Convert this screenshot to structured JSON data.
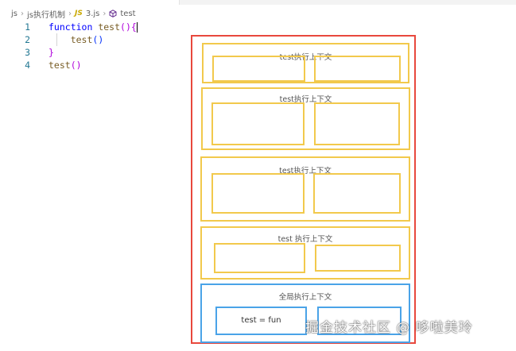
{
  "breadcrumb": {
    "items": [
      "js",
      "js执行机制",
      "3.js",
      "test"
    ],
    "js_badge": "JS"
  },
  "editor": {
    "lines": [
      {
        "num": "1",
        "keyword": "function ",
        "name": "test",
        "open": "()",
        "brace": "{"
      },
      {
        "num": "2",
        "indent": "    ",
        "call": "test",
        "parens": "()"
      },
      {
        "num": "3",
        "brace": "}"
      },
      {
        "num": "4",
        "call": "test",
        "parens": "()"
      }
    ]
  },
  "diagram": {
    "contexts": [
      {
        "label": "test执行上下文"
      },
      {
        "label": "test执行上下文"
      },
      {
        "label": "test执行上下文"
      },
      {
        "label": "test 执行上下文"
      },
      {
        "label": "全局执行上下文",
        "inner_text": "test = fun"
      }
    ]
  },
  "watermark": "掘金技术社区 @ 哆啦美玲",
  "colors": {
    "outer_border": "#e8483d",
    "context_border": "#f2c94c",
    "global_border": "#4aa3e8"
  }
}
